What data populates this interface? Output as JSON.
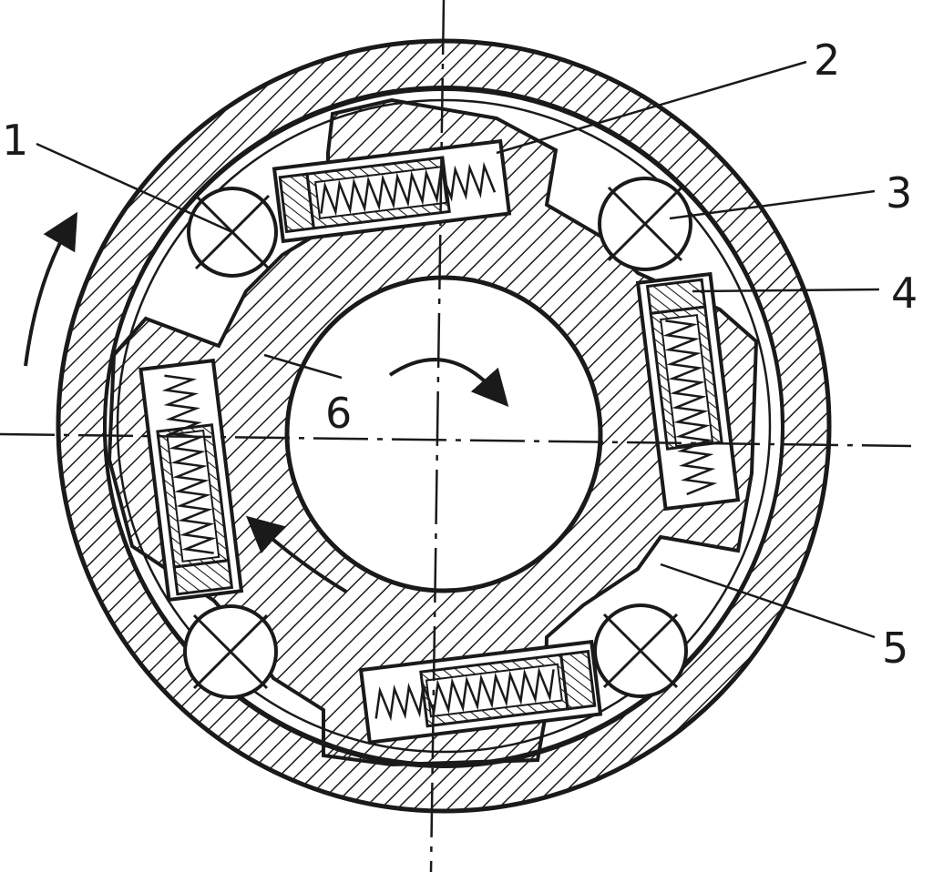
{
  "figure": {
    "labels": {
      "l1": "1",
      "l2": "2",
      "l3": "3",
      "l4": "4",
      "l5": "5",
      "l6": "6"
    },
    "colors": {
      "ink": "#1a1a1a",
      "paper": "#ffffff"
    },
    "components": [
      "outer-ring",
      "inner-hub",
      "rollers",
      "springs",
      "rotation-arrows"
    ]
  }
}
